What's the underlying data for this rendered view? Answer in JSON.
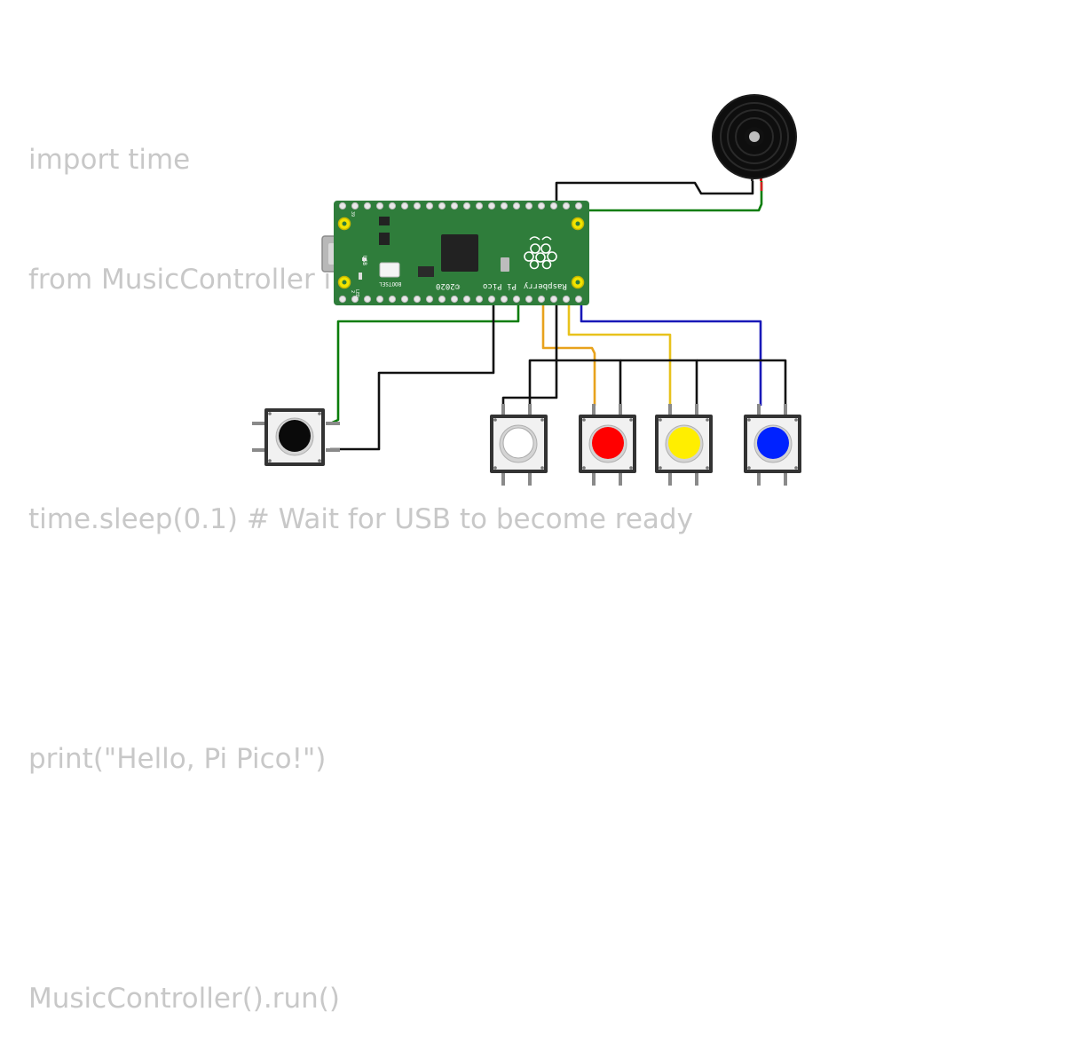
{
  "code_lines": [
    "import time",
    "from MusicController import *",
    "",
    "time.sleep(0.1) # Wait for USB to become ready",
    "",
    "print(\"Hello, Pi Pico!\")",
    "",
    "MusicController().run()"
  ],
  "board": {
    "brand": "Raspberry",
    "model": "Pi Pico",
    "year": "©2020",
    "usb_label": "USB",
    "bootsel_label": "BOOTSEL",
    "led_label": "LED",
    "pin_label_top": "39",
    "pin_label_bottom": "2",
    "color": "#2f7d3b"
  },
  "buttons": [
    {
      "name": "black",
      "color": "#0a0a0a"
    },
    {
      "name": "white",
      "color": "#ffffff"
    },
    {
      "name": "red",
      "color": "#ff0000"
    },
    {
      "name": "yellow",
      "color": "#ffee00"
    },
    {
      "name": "blue",
      "color": "#0022ff"
    }
  ],
  "wire_colors": {
    "black": "#111111",
    "green": "#0a7d0a",
    "orange": "#e8a21c",
    "yellow": "#e8c21c",
    "blue": "#1818b8",
    "red": "#d42020"
  },
  "buzzer": {
    "name": "piezo-buzzer"
  }
}
